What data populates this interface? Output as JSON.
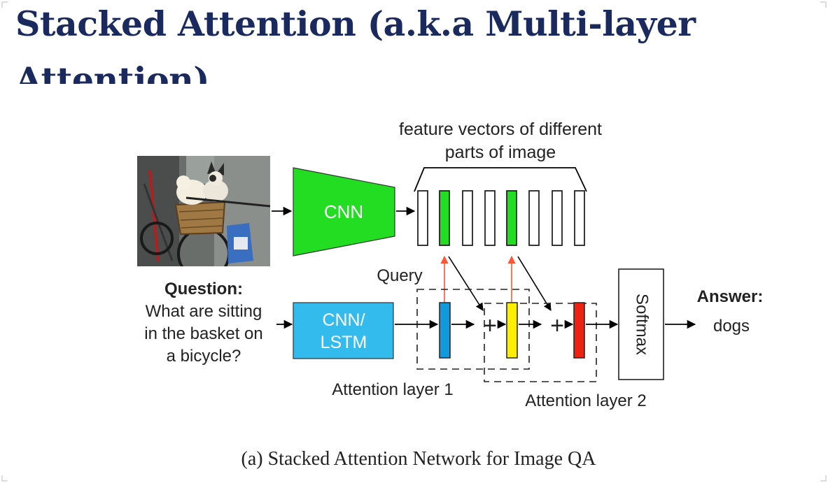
{
  "slide": {
    "title": "Stacked Attention (a.k.a Multi-layer Attention)"
  },
  "diagram": {
    "feature_label_line1": "feature vectors of different",
    "feature_label_line2": "parts of image",
    "cnn_label": "CNN",
    "cnn_lstm_line1": "CNN/",
    "cnn_lstm_line2": "LSTM",
    "query_label": "Query",
    "question_heading": "Question:",
    "question_line1": "What are sitting",
    "question_line2": "in the basket on",
    "question_line3": "a bicycle?",
    "softmax_label": "Softmax",
    "answer_heading": "Answer:",
    "answer_text": "dogs",
    "attention_layer1": "Attention layer 1",
    "attention_layer2": "Attention layer 2",
    "plus_symbol": "+",
    "caption": "(a) Stacked Attention Network for Image QA",
    "colors": {
      "title": "#1a2a5e",
      "cnn": "#22dd22",
      "cnn_lstm": "#33bbee",
      "layer1_vector": "#1199dd",
      "layer2_vector": "#ffee00",
      "output_vector": "#ee2211",
      "highlight_feature": "#22dd22",
      "query_arrow": "#ff5533"
    }
  }
}
